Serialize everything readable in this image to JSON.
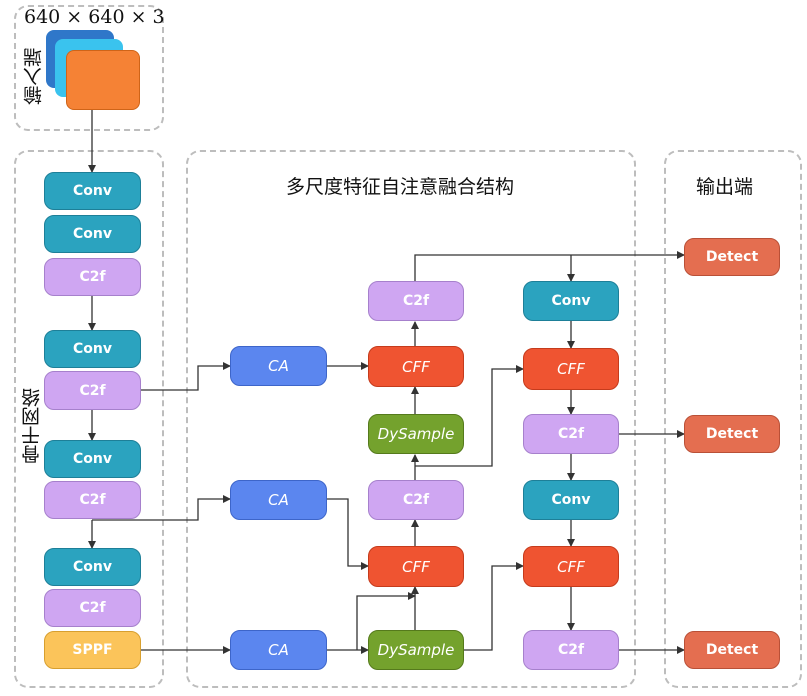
{
  "input": {
    "dims": "640 × 640 × 3",
    "label": "输入端",
    "colors": [
      "#2f77c9",
      "#3ac3ee",
      "#f58235"
    ]
  },
  "regions": {
    "backbone": "骨干网络",
    "neck": "多尺度特征自注意融合结构",
    "output": "输出端"
  },
  "blocks": {
    "b_conv1": "Conv",
    "b_conv2": "Conv",
    "b_c2f1": "C2f",
    "b_conv3": "Conv",
    "b_c2f2": "C2f",
    "b_conv4": "Conv",
    "b_c2f3": "C2f",
    "b_conv5": "Conv",
    "b_c2f4": "C2f",
    "b_sppf": "SPPF",
    "ca1": "CA",
    "ca2": "CA",
    "ca3": "CA",
    "n_c2f_top": "C2f",
    "n_cff1": "CFF",
    "n_dys1": "DySample",
    "n_c2f_mid": "C2f",
    "n_cff2": "CFF",
    "n_dys2": "DySample",
    "r_conv1": "Conv",
    "r_cff1": "CFF",
    "r_c2f1": "C2f",
    "r_conv2": "Conv",
    "r_cff2": "CFF",
    "r_c2f2": "C2f",
    "det1": "Detect",
    "det2": "Detect",
    "det3": "Detect"
  }
}
